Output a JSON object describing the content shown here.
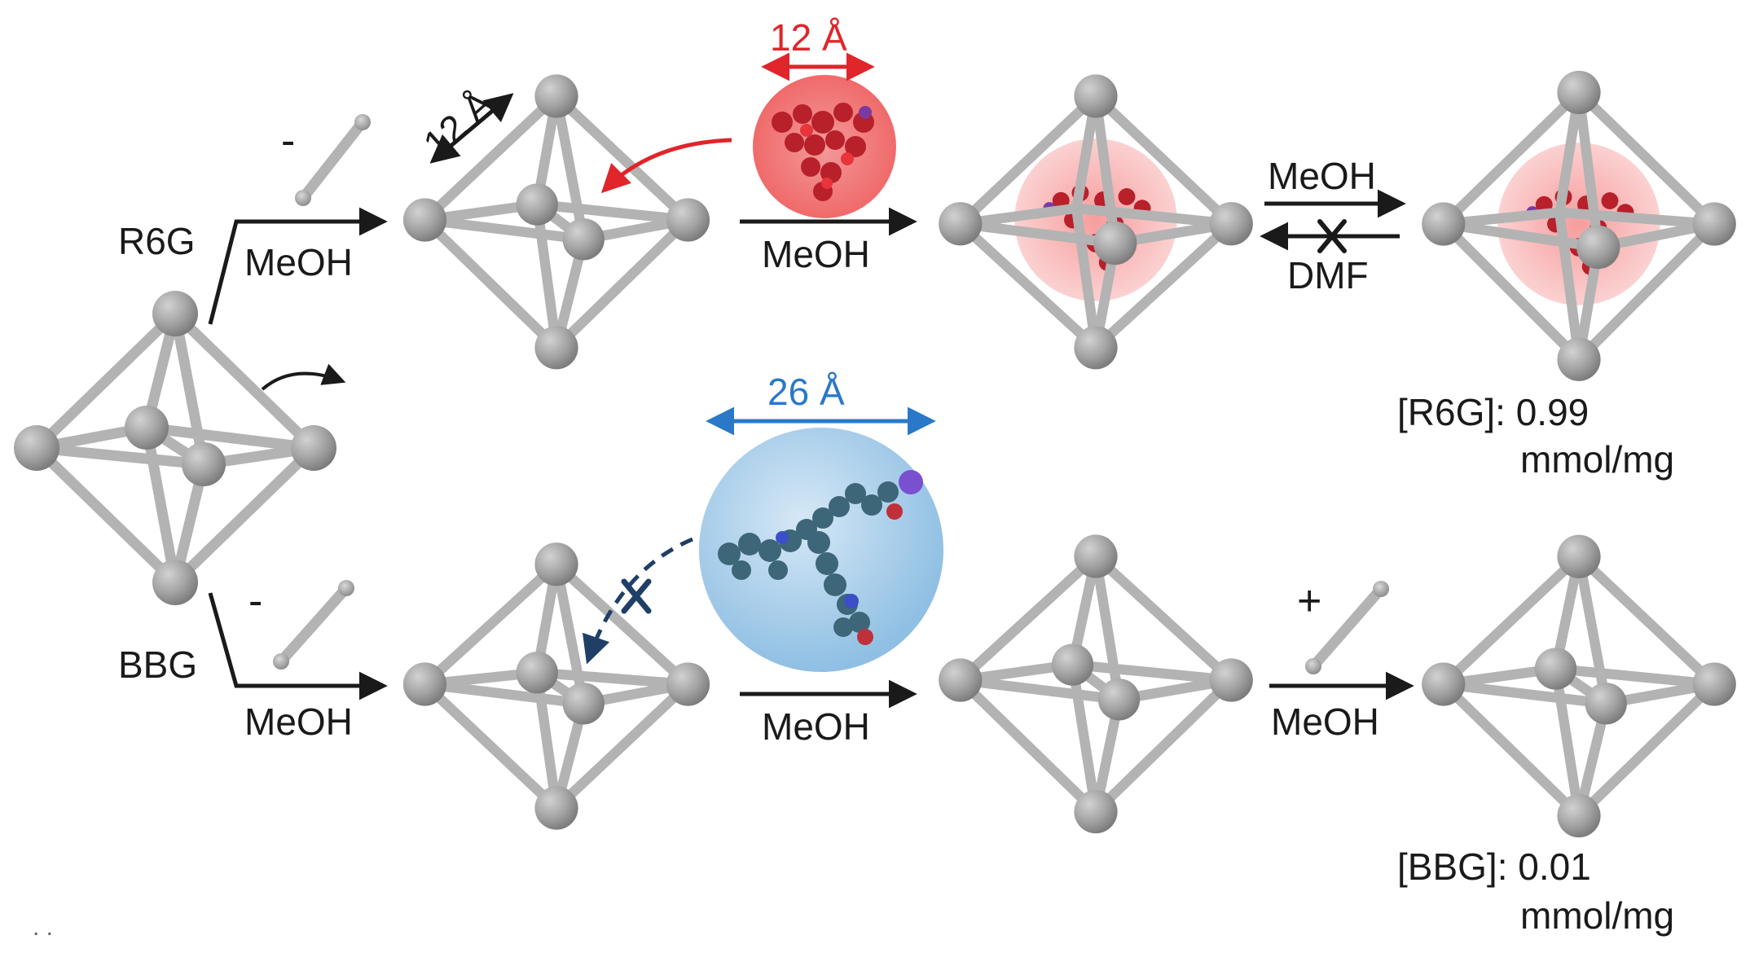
{
  "labels": {
    "r6g": "R6G",
    "bbg": "BBG",
    "meoh": "MeOH",
    "dmf": "DMF",
    "minus": "-",
    "plus": "+",
    "size_12_black": "12 Å",
    "size_12_red": "12 Å",
    "size_26_blue": "26 Å",
    "r6g_loading_label": "[R6G]: 0.99",
    "bbg_loading_label": "[BBG]: 0.01",
    "unit": "mmol/mg",
    "dots": ". ."
  },
  "colors": {
    "frame": "#9e9e9e",
    "arrow": "#1a1a1a",
    "red": "#e0252b",
    "blue": "#2a78c8",
    "dash_arrow": "#1f3f66"
  }
}
